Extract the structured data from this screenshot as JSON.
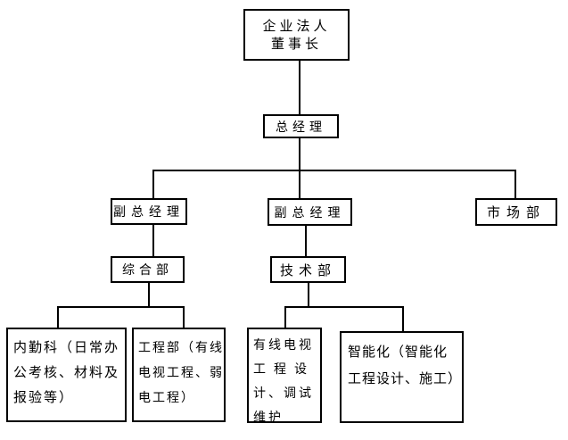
{
  "colors": {
    "background": "#ffffff",
    "box_border": "#000000",
    "box_fill": "#ffffff",
    "line": "#000000",
    "text": "#000000"
  },
  "org_chart": {
    "type": "org-tree",
    "nodes": {
      "chairman": {
        "lines": [
          "企业法人",
          "董事长"
        ]
      },
      "general_manager": {
        "label": "总经理"
      },
      "deputy_gm_left": {
        "label": "副总经理"
      },
      "deputy_gm_mid": {
        "label": "副总经理"
      },
      "market_dept": {
        "label": "市场部"
      },
      "general_affairs_dept": {
        "label": "综合部"
      },
      "technical_dept": {
        "label": "技术部"
      },
      "internal_service_section": {
        "lines": [
          "内勤科（日常办",
          "公考核、材料及",
          "报验等）"
        ]
      },
      "engineering_dept": {
        "lines": [
          "工程部（有线",
          "电视工程、弱",
          "电工程）"
        ]
      },
      "catv_design": {
        "lines": [
          "有线电视",
          "工程设",
          "计、调试",
          "维护"
        ]
      },
      "intelligent_systems": {
        "lines": [
          "智能化（智能化",
          "工程设计、施工）"
        ]
      }
    },
    "hierarchy": [
      {
        "parent": "chairman",
        "child": "general_manager"
      },
      {
        "parent": "general_manager",
        "child": "deputy_gm_left"
      },
      {
        "parent": "general_manager",
        "child": "deputy_gm_mid"
      },
      {
        "parent": "general_manager",
        "child": "market_dept"
      },
      {
        "parent": "deputy_gm_left",
        "child": "general_affairs_dept"
      },
      {
        "parent": "deputy_gm_mid",
        "child": "technical_dept"
      },
      {
        "parent": "general_affairs_dept",
        "child": "internal_service_section"
      },
      {
        "parent": "general_affairs_dept",
        "child": "engineering_dept"
      },
      {
        "parent": "technical_dept",
        "child": "catv_design"
      },
      {
        "parent": "technical_dept",
        "child": "intelligent_systems"
      }
    ]
  }
}
